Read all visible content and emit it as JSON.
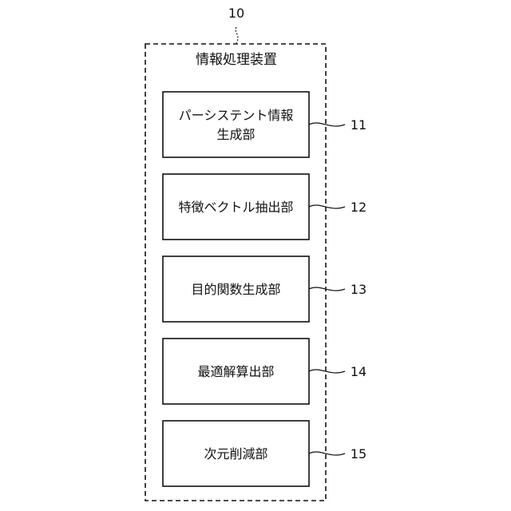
{
  "device": {
    "ref": "10",
    "title": "情報処理装置"
  },
  "units": [
    {
      "lines": [
        "パーシステント情報",
        "生成部"
      ],
      "ref": "11"
    },
    {
      "lines": [
        "特徴ベクトル抽出部"
      ],
      "ref": "12"
    },
    {
      "lines": [
        "目的関数生成部"
      ],
      "ref": "13"
    },
    {
      "lines": [
        "最適解算出部"
      ],
      "ref": "14"
    },
    {
      "lines": [
        "次元削減部"
      ],
      "ref": "15"
    }
  ]
}
